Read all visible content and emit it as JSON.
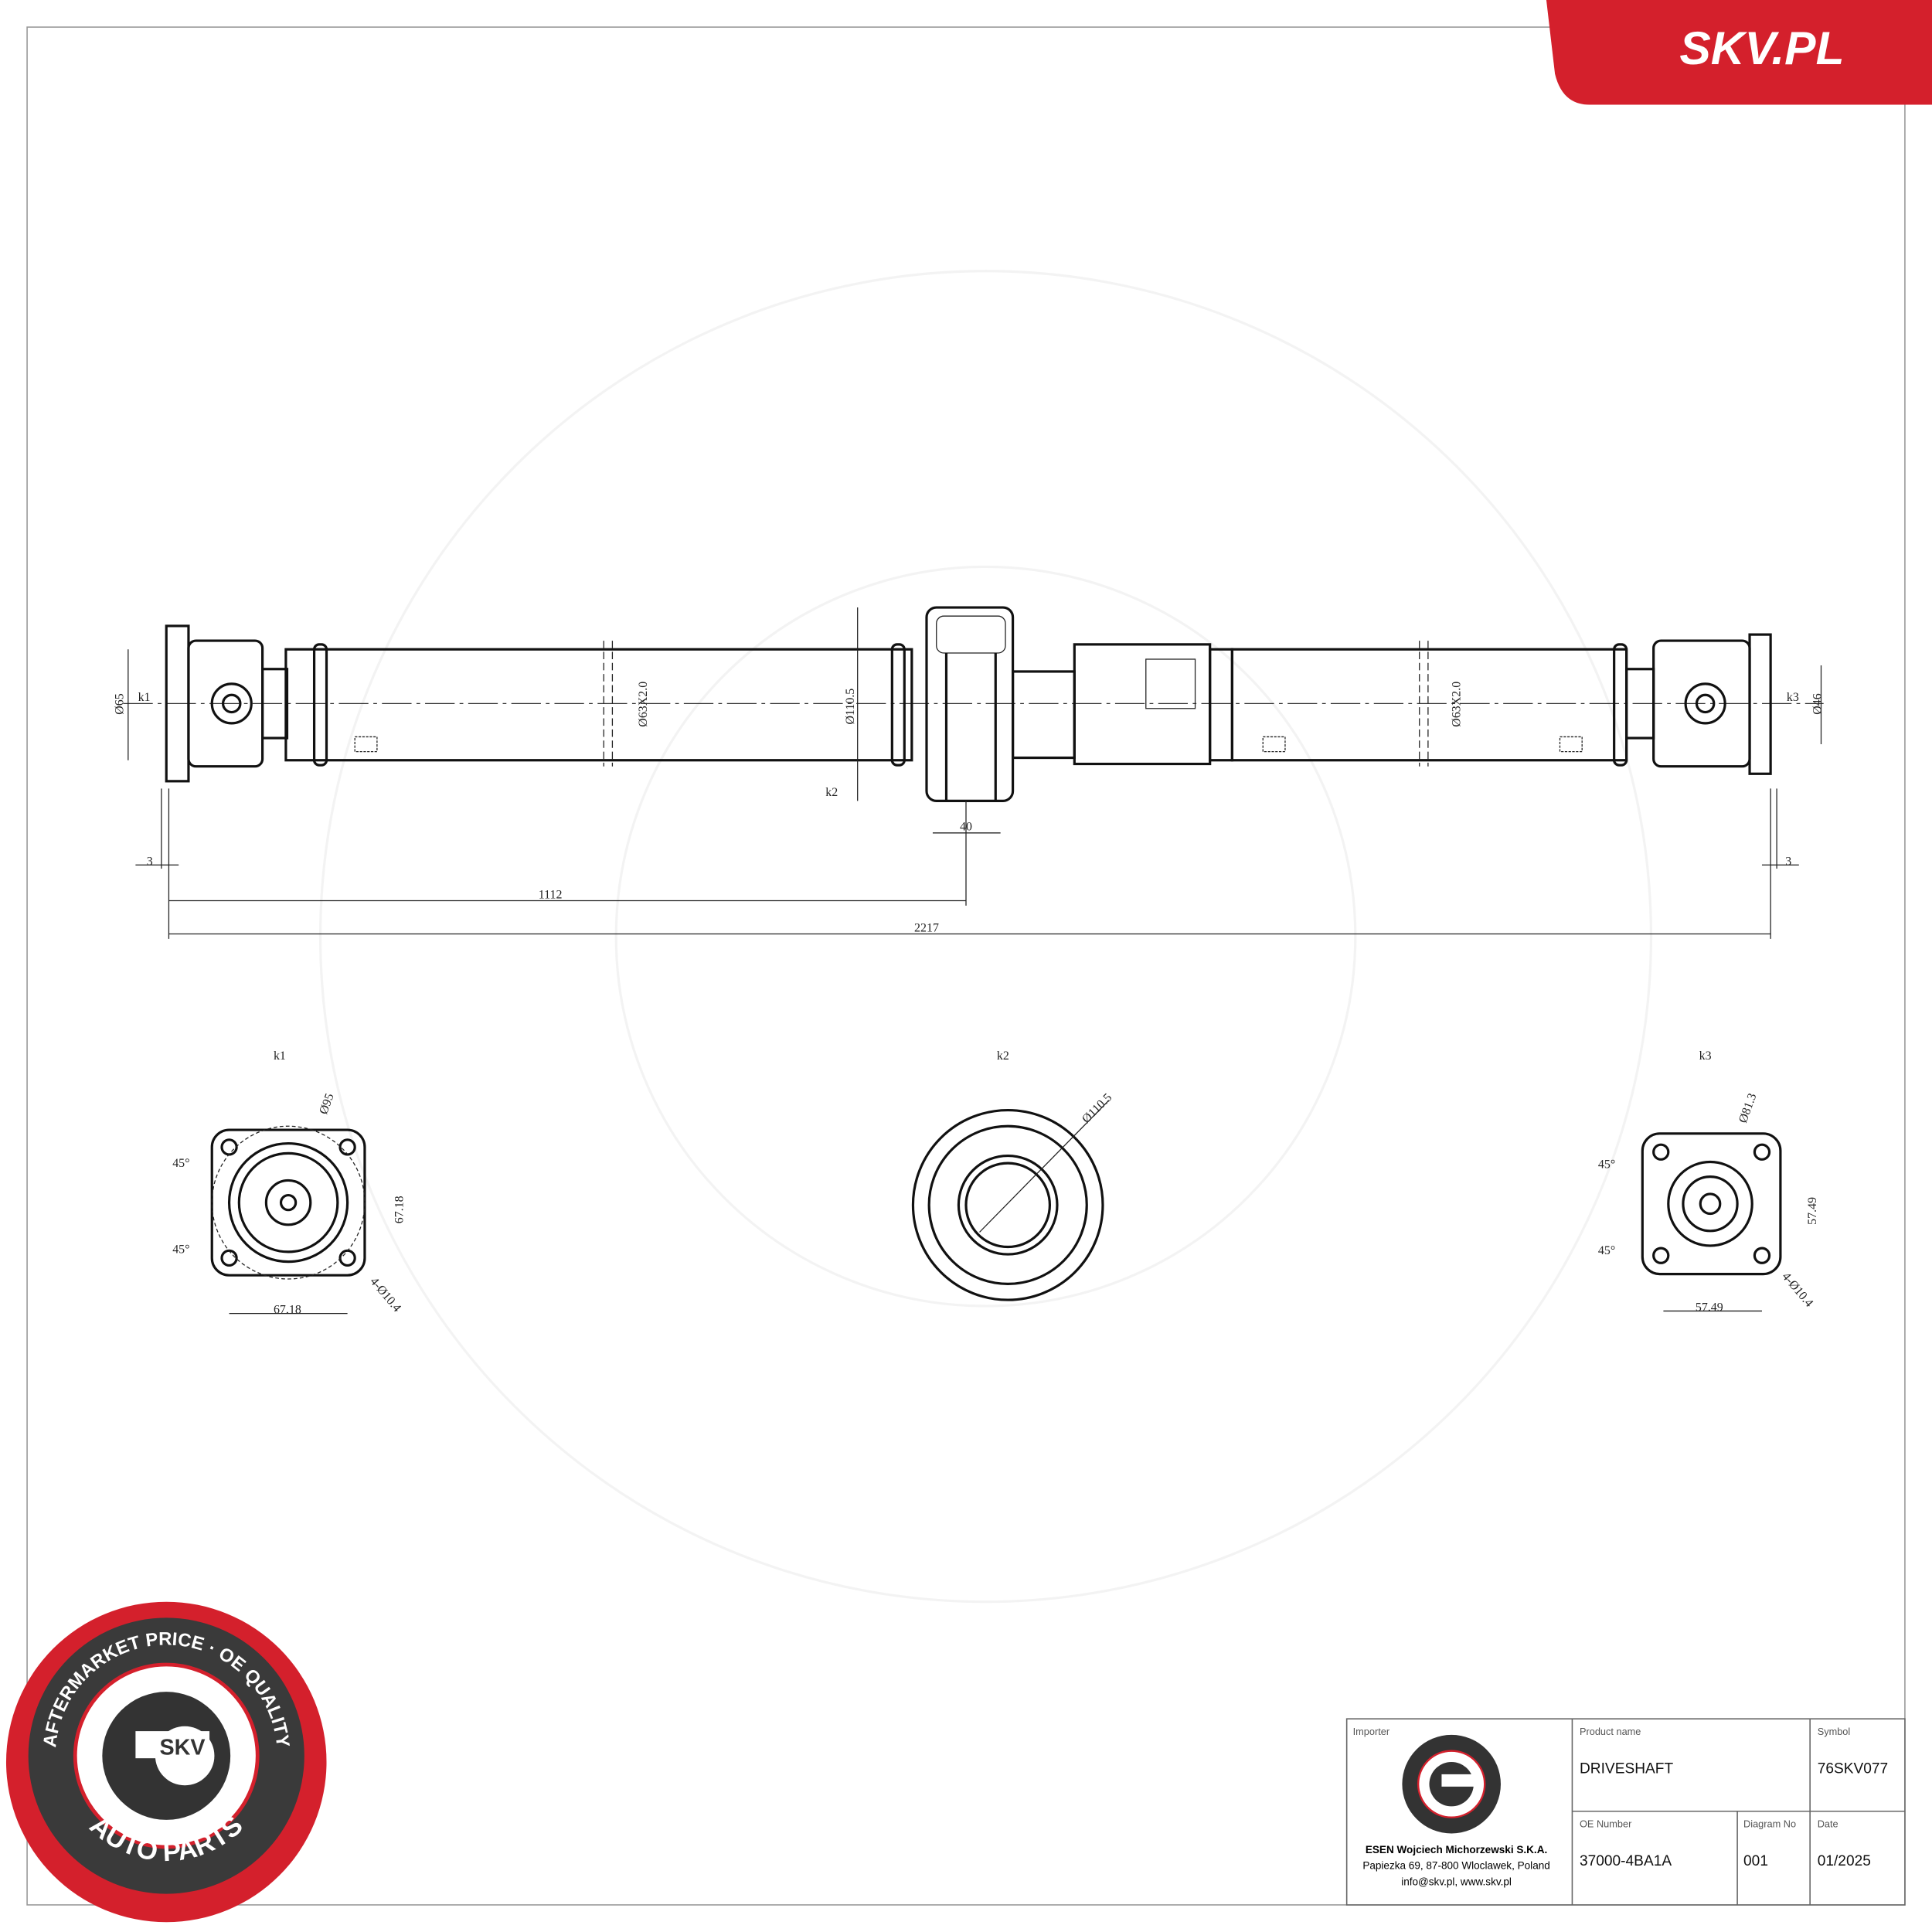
{
  "brand": {
    "site": "SKV.PL",
    "accent_color": "#d4202c",
    "badge_top": "AFTERMARKET PRICE · OE QUALITY",
    "badge_bottom": "AUTO PARTS",
    "badge_logo": "SKV"
  },
  "drawing": {
    "dimensions": {
      "d_left_flange": "Ø65",
      "d_tube_left": "Ø63X2.0",
      "d_bearing": "Ø110.5",
      "d_tube_right": "Ø63X2.0",
      "d_right": "Ø46",
      "bearing_width": "40",
      "offset_left": "3",
      "offset_right": "3",
      "to_bearing": "1112",
      "total_length": "2217"
    },
    "section_marks": {
      "k1": "k1",
      "k2": "k2",
      "k3": "k3"
    },
    "views": {
      "k1": {
        "label": "k1",
        "diameter": "Ø95",
        "angle_top": "45°",
        "angle_bottom": "45°",
        "height": "67.18",
        "width": "67.18",
        "holes": "4-Ø10.4"
      },
      "k2": {
        "label": "k2",
        "diameter": "Ø110.5"
      },
      "k3": {
        "label": "k3",
        "diameter": "Ø81.3",
        "angle_top": "45°",
        "angle_bottom": "45°",
        "height": "57.49",
        "width": "57.49",
        "holes": "4-Ø10.4"
      }
    }
  },
  "title_block": {
    "importer_label": "Importer",
    "importer_name": "ESEN Wojciech Michorzewski S.K.A.",
    "importer_address": "Papiezka 69, 87-800 Wloclawek, Poland",
    "importer_contact": "info@skv.pl, www.skv.pl",
    "product_name_label": "Product name",
    "product_name": "DRIVESHAFT",
    "symbol_label": "Symbol",
    "symbol": "76SKV077",
    "oe_label": "OE Number",
    "oe_number": "37000-4BA1A",
    "diagram_label": "Diagram No",
    "diagram_no": "001",
    "date_label": "Date",
    "date": "01/2025"
  }
}
